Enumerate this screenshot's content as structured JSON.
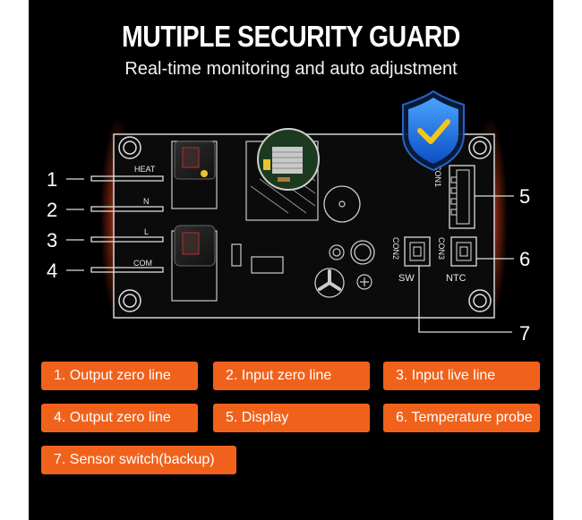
{
  "header": {
    "title": "MUTIPLE SECURITY GUARD",
    "subtitle": "Real-time monitoring and auto adjustment"
  },
  "board": {
    "callouts": [
      "1",
      "2",
      "3",
      "4",
      "5",
      "6",
      "7"
    ],
    "pins": [
      "HEAT",
      "N",
      "L",
      "COM"
    ],
    "con1": "CON1",
    "con2": "CON2",
    "con3": "CON3",
    "sw": "SW",
    "ntc": "NTC"
  },
  "legend": [
    "1.  Output zero line",
    "2.  Input zero line",
    "3.  Input live line",
    "4.  Output zero line",
    "5.  Display",
    "6.  Temperature probe",
    "7.  Sensor switch(backup)"
  ],
  "colors": {
    "background": "#000000",
    "accent": "#f0621b",
    "shield": "#1f6fe0",
    "check": "#f5c518"
  },
  "icons": [
    "shield-check-icon"
  ]
}
